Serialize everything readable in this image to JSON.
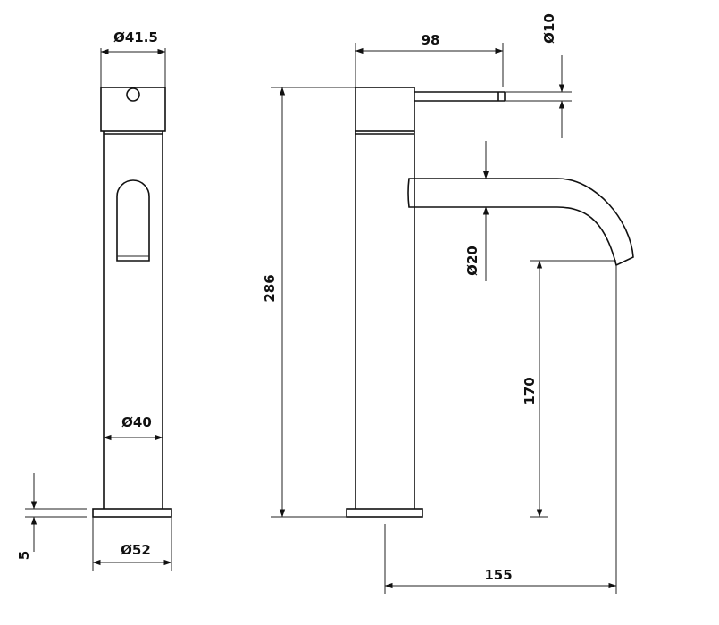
{
  "dimensions": {
    "handle_diameter": "Ø41.5",
    "body_diameter": "Ø40",
    "base_diameter": "Ø52",
    "base_height": "5",
    "lever_length": "98",
    "lever_diameter": "Ø10",
    "total_height": "286",
    "spout_diameter": "Ø20",
    "spout_height": "170",
    "spout_reach": "155"
  }
}
